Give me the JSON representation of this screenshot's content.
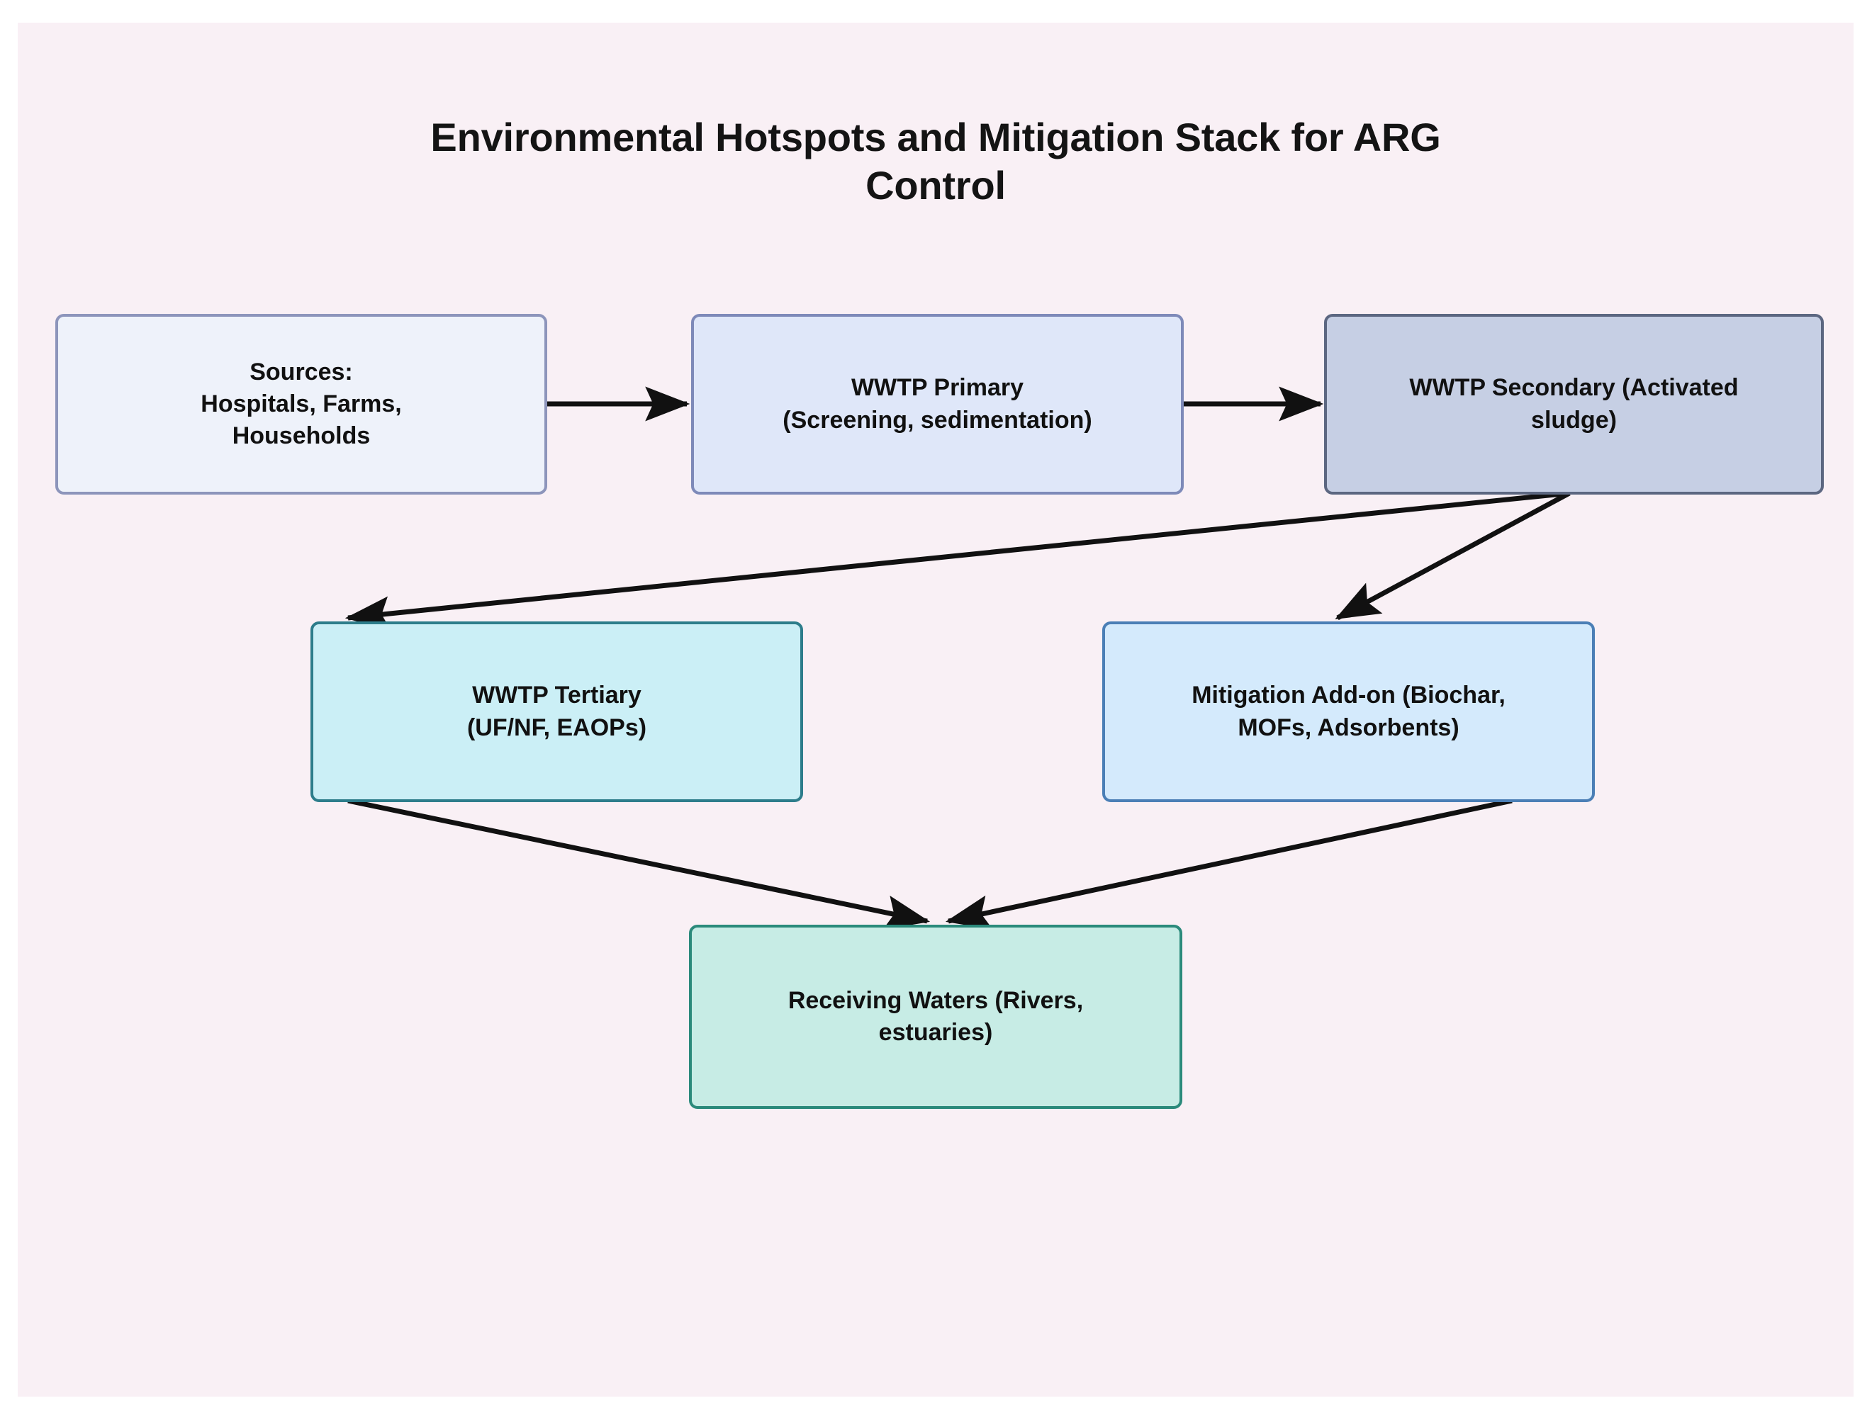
{
  "page": {
    "title_lines": [
      "Environmental Hotspots and Mitigation Stack for ARG",
      "Control"
    ],
    "title_full": "Environmental Hotspots and Mitigation Stack for ARG Control",
    "background_color": "#f9f0f5",
    "outer_color": "#ffffff"
  },
  "diagram": {
    "type": "flowchart",
    "direction": "top-down",
    "nodes": [
      {
        "id": "sources",
        "lines": [
          "Sources:",
          "Hospitals, Farms,",
          "Households"
        ],
        "text": "Sources: Hospitals, Farms, Households",
        "fill": "#eef2fa",
        "stroke": "#8d95bb"
      },
      {
        "id": "primary",
        "lines": [
          "WWTP Primary",
          "(Screening, sedimentation)"
        ],
        "text": "WWTP Primary (Screening, sedimentation)",
        "fill": "#dfe7f9",
        "stroke": "#7e8ab9"
      },
      {
        "id": "secondary",
        "lines": [
          "WWTP Secondary (Activated",
          "sludge)"
        ],
        "text": "WWTP Secondary (Activated sludge)",
        "fill": "#c6cfe4",
        "stroke": "#5c6781"
      },
      {
        "id": "tertiary",
        "lines": [
          "WWTP Tertiary",
          "(UF/NF, EAOPs)"
        ],
        "text": "WWTP Tertiary (UF/NF, EAOPs)",
        "fill": "#cbeff6",
        "stroke": "#2d7d8b"
      },
      {
        "id": "mitigation",
        "lines": [
          "Mitigation Add-on (Biochar,",
          "MOFs, Adsorbents)"
        ],
        "text": "Mitigation Add-on (Biochar, MOFs, Adsorbents)",
        "fill": "#d4eafc",
        "stroke": "#4b7fb6"
      },
      {
        "id": "receiving",
        "lines": [
          "Receiving Waters (Rivers,",
          "estuaries)"
        ],
        "text": "Receiving Waters (Rivers, estuaries)",
        "fill": "#c7ece5",
        "stroke": "#2b8a7b"
      }
    ],
    "edges": [
      {
        "id": "e1",
        "from": "sources",
        "to": "primary",
        "label": ""
      },
      {
        "id": "e2",
        "from": "primary",
        "to": "secondary",
        "label": ""
      },
      {
        "id": "e3",
        "from": "secondary",
        "to": "tertiary",
        "label": ""
      },
      {
        "id": "e4",
        "from": "secondary",
        "to": "mitigation",
        "label": ""
      },
      {
        "id": "e5",
        "from": "tertiary",
        "to": "receiving",
        "label": ""
      },
      {
        "id": "e6",
        "from": "mitigation",
        "to": "receiving",
        "label": ""
      }
    ],
    "edge_color": "#111111"
  }
}
